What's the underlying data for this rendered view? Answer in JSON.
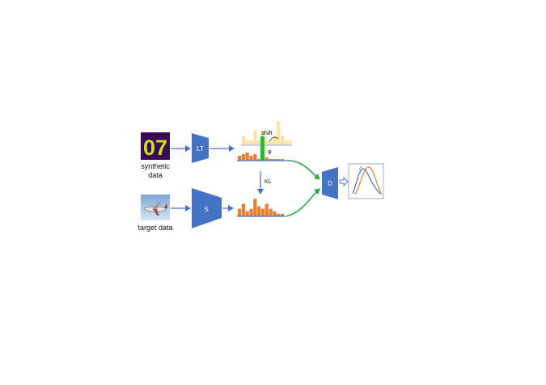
{
  "inputs": {
    "synthetic": {
      "line1": "synthetic",
      "line2": "data",
      "digits": "07",
      "colors": {
        "bg": "#3b0a57",
        "digit": "#c8e020"
      }
    },
    "target": {
      "label": "target data"
    }
  },
  "modules": {
    "lt": {
      "label": "LT"
    },
    "s": {
      "label": "S"
    },
    "d": {
      "label": "D"
    }
  },
  "annotations": {
    "shift": "shift",
    "phi": "φ",
    "kl": "KL"
  },
  "histograms": {
    "source_shifted": {
      "values": [
        2,
        1,
        1,
        3,
        1,
        3,
        1,
        1,
        2,
        5,
        2,
        1,
        1
      ],
      "color": "#fbe2a3"
    },
    "source": {
      "values": [
        3,
        4,
        5,
        3,
        4,
        1,
        1,
        2,
        1,
        1,
        1,
        1,
        0
      ],
      "color": "#ed7d31"
    },
    "target": {
      "values": [
        3,
        5,
        2,
        3,
        7,
        4,
        3,
        5,
        3,
        2,
        1,
        1
      ],
      "color": "#ed7d31"
    }
  },
  "colors": {
    "module": "#4472c4",
    "arrow": "#4472c4",
    "green_arrow": "#22aa44",
    "highlight_bar": "#2bb734",
    "curve_blue": "#4472c4",
    "curve_orange": "#ed7d31"
  }
}
